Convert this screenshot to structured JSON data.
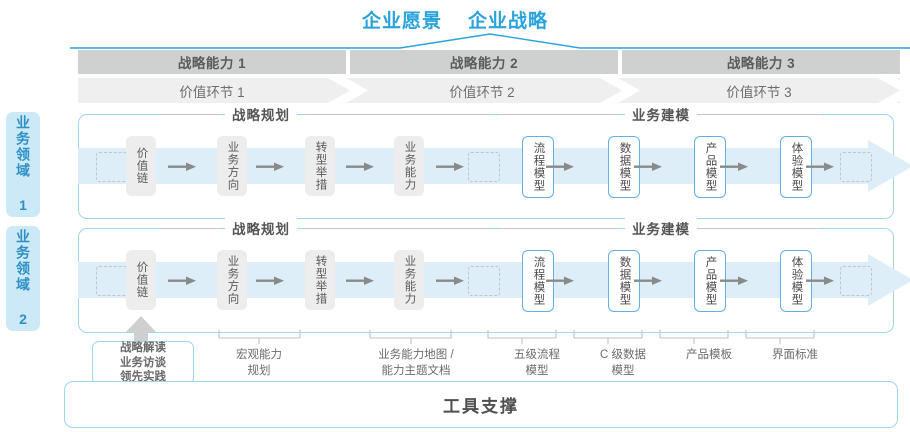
{
  "titles": {
    "vision": "企业愿景",
    "strategy": "企业战略"
  },
  "capabilities": [
    {
      "label": "战略能力 1"
    },
    {
      "label": "战略能力 2"
    },
    {
      "label": "战略能力 3"
    }
  ],
  "value_links": [
    {
      "label": "价值环节 1"
    },
    {
      "label": "价值环节 2"
    },
    {
      "label": "价值环节 3"
    }
  ],
  "side_labels": [
    {
      "label": "业务领域 1"
    },
    {
      "label": "业务领域 2"
    }
  ],
  "sections": {
    "planning": "战略规划",
    "modeling": "业务建模"
  },
  "nodes": {
    "planning": [
      {
        "label": "价值链"
      },
      {
        "label": "业务方向"
      },
      {
        "label": "转型举措"
      },
      {
        "label": "业务能力"
      }
    ],
    "modeling": [
      {
        "label": "流程模型"
      },
      {
        "label": "数据模型"
      },
      {
        "label": "产品模型"
      },
      {
        "label": "体验模型"
      }
    ]
  },
  "annotations": {
    "source_box": "战略解读\n业务访谈\n领先实践",
    "items": [
      {
        "label": "宏观能力\n规划"
      },
      {
        "label": "业务能力地图 /\n能力主题文档"
      },
      {
        "label": "五级流程\n模型"
      },
      {
        "label": "C 级数据\n模型"
      },
      {
        "label": "产品模板"
      },
      {
        "label": "界面标准"
      }
    ]
  },
  "tool_support": {
    "label": "工具支撑"
  },
  "colors": {
    "accent_blue": "#29A3DC",
    "node_border_blue": "#63B0DF",
    "band_blue": "#ddeef8",
    "side_bg": "#cce9f7",
    "cap_gray": "#cfd1d1",
    "val_gray": "#efefef",
    "node_gray": "#ededed"
  }
}
